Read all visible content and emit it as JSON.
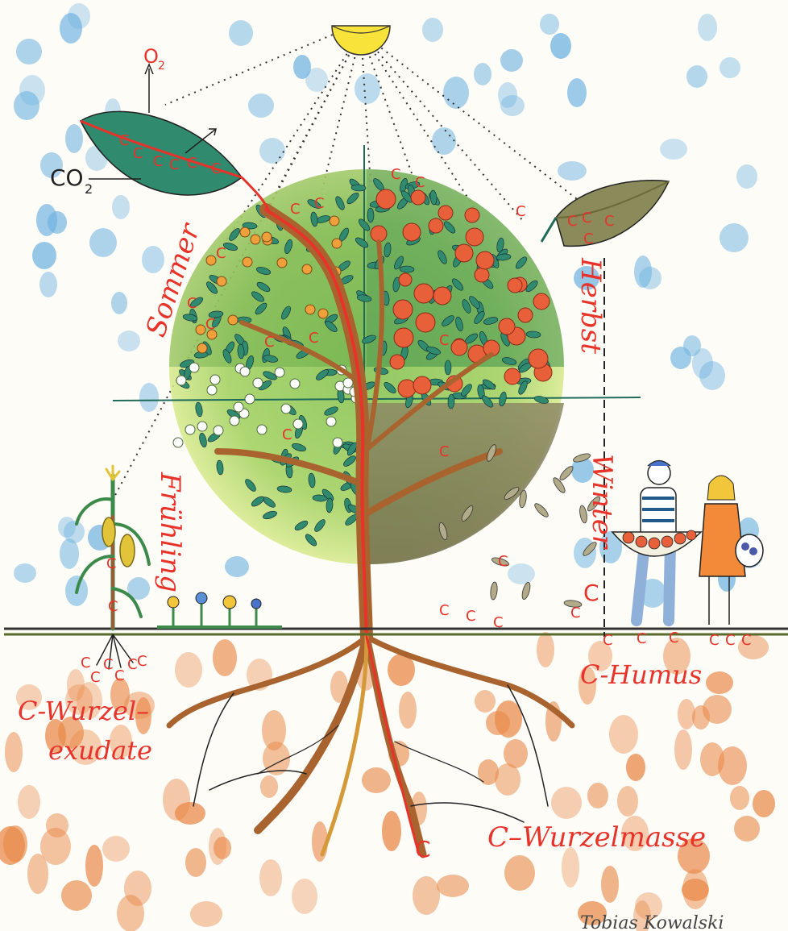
{
  "labels": {
    "o2": "O",
    "o2_sub": "2",
    "co2": "CO",
    "co2_sub": "2",
    "sommer": "Sommer",
    "herbst": "Herbst",
    "fruehling": "Frühling",
    "winter": "Winter",
    "humus": "C-Humus",
    "wurzel_exudate_1": "C-Wurzel–",
    "wurzel_exudate_2": "exudate",
    "wurzelmasse": "C–Wurzelmasse",
    "c": "C",
    "signature": "Tobias Kowalski"
  },
  "colors": {
    "label_red": "#e8332a",
    "sun": "#f7e33a",
    "leaf": "#2f8a6e",
    "soil": "#e98a4a",
    "rain": "#6fb3e0",
    "trunk": "#a8632f"
  },
  "icons": [
    "sun-icon",
    "leaf-icon",
    "autumn-leaf-icon",
    "tree-icon",
    "corn-plant-icon",
    "flowers-icon",
    "people-icon"
  ]
}
